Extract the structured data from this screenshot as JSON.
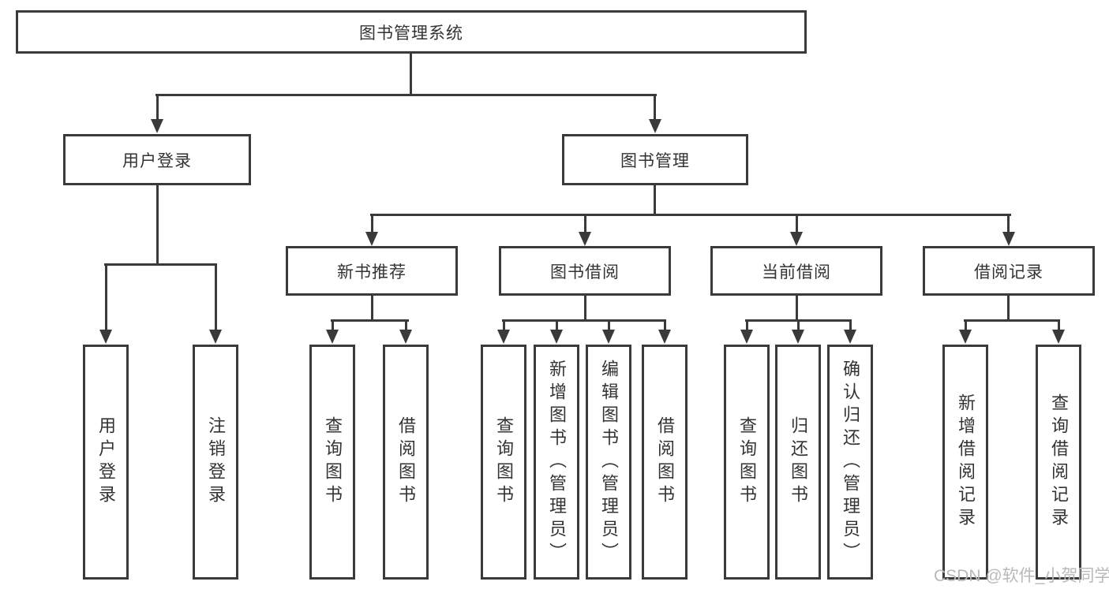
{
  "title": "图书管理系统",
  "level2": {
    "user_login": "用户登录",
    "book_management": "图书管理"
  },
  "user_login_children": [
    "用户登录",
    "注销登录"
  ],
  "book_management_children": [
    "新书推荐",
    "图书借阅",
    "当前借阅",
    "借阅记录"
  ],
  "new_book_children": [
    "查询图书",
    "借阅图书"
  ],
  "book_borrow_children": [
    "查询图书",
    "新增图书（管理员）",
    "编辑图书（管理员）",
    "借阅图书"
  ],
  "current_borrow_children": [
    "查询图书",
    "归还图书",
    "确认归还（管理员）"
  ],
  "borrow_record_children": [
    "新增借阅记录",
    "查询借阅记录"
  ],
  "watermark": "CSDN @软件_小贺同学",
  "colors": {
    "line": "#3a3a3a",
    "text": "#333333",
    "watermark": "#b9b9b9"
  }
}
